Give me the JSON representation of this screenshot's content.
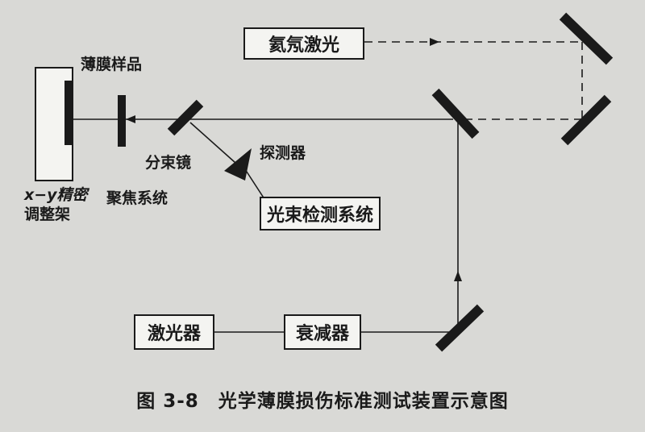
{
  "diagram": {
    "boxes": {
      "laser_he_ne": "氦氖激光",
      "beam_detection": "光束检测系统",
      "laser": "激光器",
      "attenuator": "衰减器"
    },
    "labels": {
      "film_sample": "薄膜样品",
      "detector": "探测器",
      "beam_splitter": "分束镜",
      "xy_stage_line1": "x−y精密",
      "xy_stage_line2": "调整架",
      "focusing_system": "聚焦系统"
    },
    "caption": {
      "number": "图 3-8",
      "title": "光学薄膜损伤标准测试装置示意图"
    }
  }
}
